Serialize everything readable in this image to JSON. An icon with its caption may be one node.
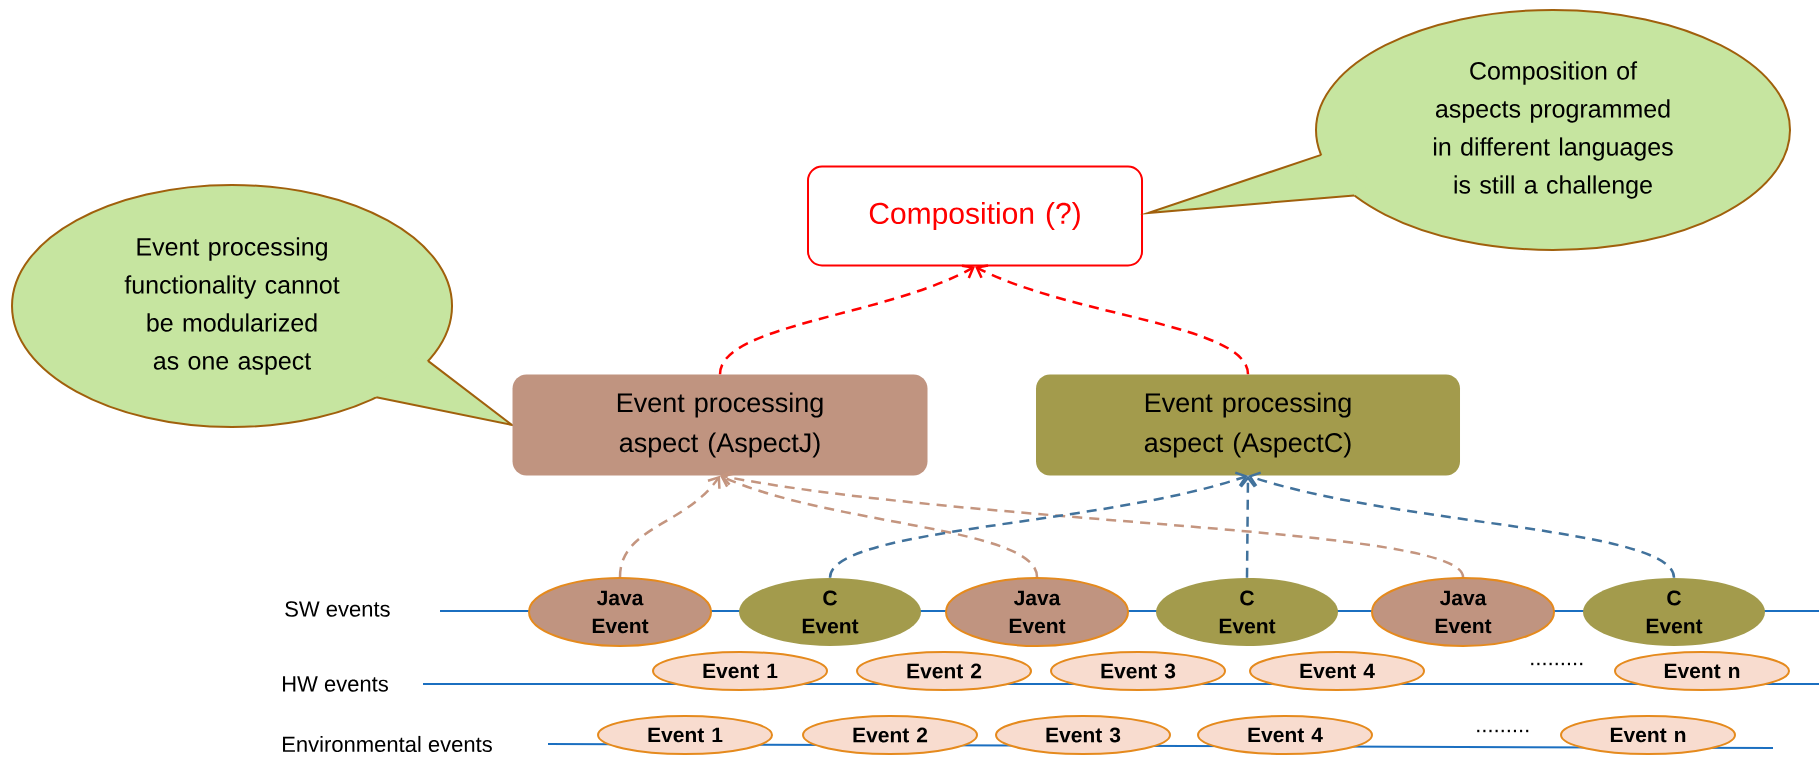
{
  "diagram": {
    "nodes": [
      {
        "text": [
          "Composition (?)"
        ]
      },
      {
        "text": [
          "Composition of aspects programmed in different languages is still a challenge"
        ]
      },
      {
        "text": [
          "Event processing functionality cannot be modularized as one aspect"
        ]
      },
      {
        "text": [
          "Event processing aspect (AspectJ)"
        ]
      },
      {
        "text": [
          "Event processing aspect (AspectC)"
        ]
      },
      {
        "text": [
          "Java Event"
        ]
      },
      {
        "text": [
          "C Event"
        ]
      },
      {
        "text": [
          "Java Event"
        ]
      },
      {
        "text": [
          "C Event"
        ]
      },
      {
        "text": [
          "Java Event"
        ]
      },
      {
        "text": [
          "C Event"
        ]
      },
      {
        "text": [
          "Event 1"
        ]
      },
      {
        "text": [
          "Event 2"
        ]
      },
      {
        "text": [
          "Event 3"
        ]
      },
      {
        "text": [
          "Event 4"
        ]
      },
      {
        "text": [
          "Event n"
        ]
      },
      {
        "text": [
          "Event 1"
        ]
      },
      {
        "text": [
          "Event 2"
        ]
      },
      {
        "text": [
          "Event 3"
        ]
      },
      {
        "text": [
          "Event 4"
        ]
      },
      {
        "text": [
          "Event n"
        ]
      }
    ],
    "edges": [
      {
        "from": 3,
        "to": 0,
        "arrow": "to",
        "style": "dashed",
        "color": "#ff0000"
      },
      {
        "from": 4,
        "to": 0,
        "arrow": "to",
        "style": "dashed",
        "color": "#ff0000"
      },
      {
        "from": 5,
        "to": 3,
        "arrow": "to",
        "style": "dashed",
        "color": "#c4957f"
      },
      {
        "from": 7,
        "to": 3,
        "arrow": "to",
        "style": "dashed",
        "color": "#c4957f"
      },
      {
        "from": 9,
        "to": 3,
        "arrow": "to",
        "style": "dashed",
        "color": "#c4957f"
      },
      {
        "from": 6,
        "to": 4,
        "arrow": "to",
        "style": "dashed",
        "color": "#41729c"
      },
      {
        "from": 8,
        "to": 4,
        "arrow": "to",
        "style": "dashed",
        "color": "#41729c"
      },
      {
        "from": 10,
        "to": 4,
        "arrow": "to",
        "style": "dashed",
        "color": "#41729c"
      }
    ],
    "labels": [
      "SW events",
      "HW events",
      ".........",
      "Environmental events",
      "........."
    ]
  }
}
